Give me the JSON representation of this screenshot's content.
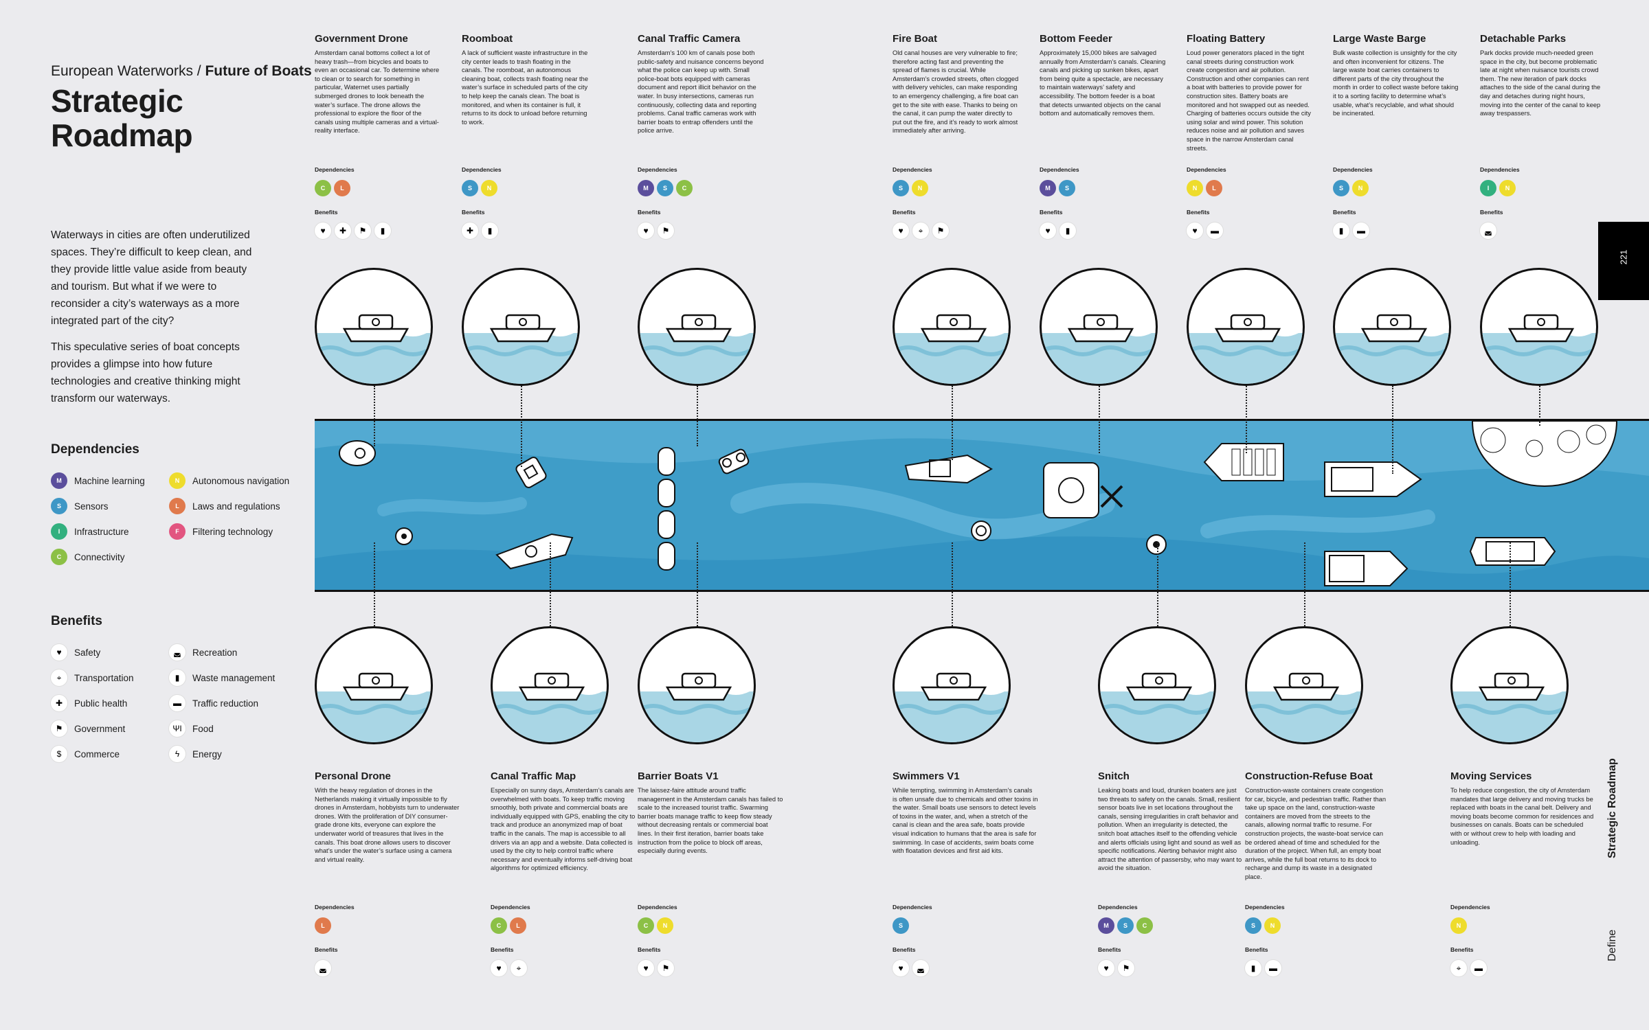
{
  "header": {
    "kicker_a": "European Waterworks / ",
    "kicker_b": "Future of Boats",
    "title": "Strategic Roadmap"
  },
  "intro": [
    "Waterways in cities are often underutilized spaces. They’re difficult to keep clean, and they provide little value aside from beauty and tourism. But what if we were to reconsider a city’s waterways as a more integrated part of the city?",
    "This speculative series of boat concepts provides a glimpse into how future technologies and creative thinking might transform our waterways."
  ],
  "legend": {
    "dependencies_heading": "Dependencies",
    "dependencies": [
      {
        "code": "M",
        "label": "Machine learning",
        "color": "#5b4e9c"
      },
      {
        "code": "S",
        "label": "Sensors",
        "color": "#3e97c6"
      },
      {
        "code": "I",
        "label": "Infrastructure",
        "color": "#32b07f"
      },
      {
        "code": "C",
        "label": "Connectivity",
        "color": "#8cc046"
      },
      {
        "code": "N",
        "label": "Autonomous navigation",
        "color": "#eedc2c"
      },
      {
        "code": "L",
        "label": "Laws and regulations",
        "color": "#e07a4c"
      },
      {
        "code": "F",
        "label": "Filtering technology",
        "color": "#e25580"
      }
    ],
    "benefits_heading": "Benefits",
    "benefits": [
      {
        "icon": "heart-icon",
        "glyph": "♥",
        "label": "Safety"
      },
      {
        "icon": "location-pin-icon",
        "glyph": "⌖",
        "label": "Transportation"
      },
      {
        "icon": "plus-icon",
        "glyph": "✚",
        "label": "Public health"
      },
      {
        "icon": "flag-icon",
        "glyph": "⚑",
        "label": "Government"
      },
      {
        "icon": "dollar-icon",
        "glyph": "$",
        "label": "Commerce"
      },
      {
        "icon": "sunglasses-icon",
        "glyph": "◛",
        "label": "Recreation"
      },
      {
        "icon": "trash-icon",
        "glyph": "▮",
        "label": "Waste management"
      },
      {
        "icon": "car-icon",
        "glyph": "▬",
        "label": "Traffic reduction"
      },
      {
        "icon": "fork-knife-icon",
        "glyph": "ΨΙ",
        "label": "Food"
      },
      {
        "icon": "lightning-icon",
        "glyph": "ϟ",
        "label": "Energy"
      }
    ]
  },
  "labels": {
    "dependencies": "Dependencies",
    "benefits": "Benefits"
  },
  "top_concepts": [
    {
      "title": "Government Drone",
      "text": "Amsterdam canal bottoms collect a lot of heavy trash—from bicycles and boats to even an occasional car. To determine where to clean or to search for something in particular, Waternet uses partially submerged drones to look beneath the water’s surface. The drone allows the professional to explore the floor of the canals using multiple cameras and a virtual-reality interface.",
      "deps": [
        "C",
        "L"
      ],
      "benefits": [
        "heart-icon",
        "plus-icon",
        "flag-icon",
        "trash-icon"
      ]
    },
    {
      "title": "Roomboat",
      "text": "A lack of sufficient waste infrastructure in the city center leads to trash floating in the canals. The roomboat, an autonomous cleaning boat, collects trash floating near the water’s surface in scheduled parts of the city to help keep the canals clean. The boat is monitored, and when its container is full, it returns to its dock to unload before returning to work.",
      "deps": [
        "S",
        "N"
      ],
      "benefits": [
        "plus-icon",
        "trash-icon"
      ]
    },
    {
      "title": "Canal Traffic Camera",
      "text": "Amsterdam’s 100 km of canals pose both public-safety and nuisance concerns beyond what the police can keep up with. Small police-boat bots equipped with cameras document and report illicit behavior on the water. In busy intersections, cameras run continuously, collecting data and reporting problems. Canal traffic cameras work with barrier boats to entrap offenders until the police arrive.",
      "deps": [
        "M",
        "S",
        "C"
      ],
      "benefits": [
        "heart-icon",
        "flag-icon"
      ]
    },
    {
      "title": "Fire Boat",
      "text": "Old canal houses are very vulnerable to fire; therefore acting fast and preventing the spread of flames is crucial. While Amsterdam’s crowded streets, often clogged with delivery vehicles, can make responding to an emergency challenging, a fire boat can get to the site with ease. Thanks to being on the canal, it can pump the water directly to put out the fire, and it’s ready to work almost immediately after arriving.",
      "deps": [
        "S",
        "N"
      ],
      "benefits": [
        "heart-icon",
        "location-pin-icon",
        "flag-icon"
      ]
    },
    {
      "title": "Bottom Feeder",
      "text": "Approximately 15,000 bikes are salvaged annually from Amsterdam’s canals. Cleaning canals and picking up sunken bikes, apart from being quite a spectacle, are necessary to maintain waterways’ safety and accessibility. The bottom feeder is a boat that detects unwanted objects on the canal bottom and automatically removes them.",
      "deps": [
        "M",
        "S"
      ],
      "benefits": [
        "heart-icon",
        "trash-icon"
      ]
    },
    {
      "title": "Floating Battery",
      "text": "Loud power generators placed in the tight canal streets during construction work create congestion and air pollution. Construction and other companies can rent a boat with batteries to provide power for construction sites. Battery boats are monitored and hot swapped out as needed. Charging of batteries occurs outside the city using solar and wind power. This solution reduces noise and air pollution and saves space in the narrow Amsterdam canal streets.",
      "deps": [
        "N",
        "L"
      ],
      "benefits": [
        "heart-icon",
        "car-icon"
      ]
    },
    {
      "title": "Large Waste Barge",
      "text": "Bulk waste collection is unsightly for the city and often inconvenient for citizens. The large waste boat carries containers to different parts of the city throughout the month in order to collect waste before taking it to a sorting facility to determine what’s usable, what’s recyclable, and what should be incinerated.",
      "deps": [
        "S",
        "N"
      ],
      "benefits": [
        "trash-icon",
        "car-icon"
      ]
    },
    {
      "title": "Detachable Parks",
      "text": "Park docks provide much-needed green space in the city, but become problematic late at night when nuisance tourists crowd them. The new iteration of park docks attaches to the side of the canal during the day and detaches during night hours, moving into the center of the canal to keep away trespassers.",
      "deps": [
        "I",
        "N"
      ],
      "benefits": [
        "sunglasses-icon"
      ]
    }
  ],
  "bottom_concepts": [
    {
      "title": "Personal Drone",
      "text": "With the heavy regulation of drones in the Netherlands making it virtually impossible to fly drones in Amsterdam, hobbyists turn to underwater drones. With the proliferation of DIY consumer-grade drone kits, everyone can explore the underwater world of treasures that lives in the canals. This boat drone allows users to discover what’s under the water’s surface using a camera and virtual reality.",
      "deps": [
        "L"
      ],
      "benefits": [
        "sunglasses-icon"
      ]
    },
    {
      "title": "Canal Traffic Map",
      "text": "Especially on sunny days, Amsterdam’s canals are overwhelmed with boats. To keep traffic moving smoothly, both private and commercial boats are individually equipped with GPS, enabling the city to track and produce an anonymized map of boat traffic in the canals. The map is accessible to all drivers via an app and a website. Data collected is used by the city to help control traffic where necessary and eventually informs self-driving boat algorithms for optimized efficiency.",
      "deps": [
        "C",
        "L"
      ],
      "benefits": [
        "heart-icon",
        "location-pin-icon"
      ]
    },
    {
      "title": "Barrier Boats V1",
      "text": "The laissez-faire attitude around traffic management in the Amsterdam canals has failed to scale to the increased tourist traffic. Swarming barrier boats manage traffic to keep flow steady without decreasing rentals or commercial boat lines. In their first iteration, barrier boats take instruction from the police to block off areas, especially during events.",
      "deps": [
        "C",
        "N"
      ],
      "benefits": [
        "heart-icon",
        "flag-icon"
      ]
    },
    {
      "title": "Swimmers V1",
      "text": "While tempting, swimming in Amsterdam’s canals is often unsafe due to chemicals and other toxins in the water. Small boats use sensors to detect levels of toxins in the water, and, when a stretch of the canal is clean and the area safe, boats provide visual indication to humans that the area is safe for swimming. In case of accidents, swim boats come with floatation devices and first aid kits.",
      "deps": [
        "S"
      ],
      "benefits": [
        "heart-icon",
        "sunglasses-icon"
      ]
    },
    {
      "title": "Snitch",
      "text": "Leaking boats and loud, drunken boaters are just two threats to safety on the canals. Small, resilient sensor boats live in set locations throughout the canals, sensing irregularities in craft behavior and pollution. When an irregularity is detected, the snitch boat attaches itself to the offending vehicle and alerts officials using light and sound as well as specific notifications. Alerting behavior might also attract the attention of passersby, who may want to avoid the situation.",
      "deps": [
        "M",
        "S",
        "C"
      ],
      "benefits": [
        "heart-icon",
        "flag-icon"
      ]
    },
    {
      "title": "Construction-Refuse Boat",
      "text": "Construction-waste containers create congestion for car, bicycle, and pedestrian traffic. Rather than take up space on the land, construction-waste containers are moved from the streets to the canals, allowing normal traffic to resume. For construction projects, the waste-boat service can be ordered ahead of time and scheduled for the duration of the project. When full, an empty boat arrives, while the full boat returns to its dock to recharge and dump its waste in a designated place.",
      "deps": [
        "S",
        "N"
      ],
      "benefits": [
        "trash-icon",
        "car-icon"
      ]
    },
    {
      "title": "Moving Services",
      "text": "To help reduce congestion, the city of Amsterdam mandates that large delivery and moving trucks be replaced with boats in the canal belt. Delivery and moving boats become common for residences and businesses on canals. Boats can be scheduled with or without crew to help with loading and unloading.",
      "deps": [
        "N"
      ],
      "benefits": [
        "location-pin-icon",
        "car-icon"
      ]
    }
  ],
  "page_number": "221",
  "side_section": "Strategic Roadmap",
  "side_chapter": "Define"
}
